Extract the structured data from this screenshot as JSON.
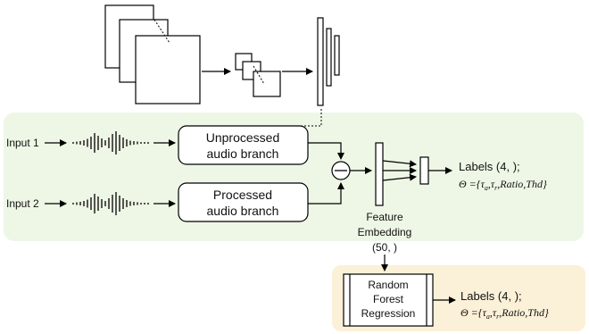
{
  "inputs": {
    "input_1": "Input 1",
    "input_2": "Input 2"
  },
  "branches": {
    "unprocessed": [
      "Unprocessed",
      "audio branch"
    ],
    "processed": [
      "Processed",
      "audio branch"
    ]
  },
  "feature_embedding": {
    "line1": "Feature",
    "line2": "Embedding",
    "shape": "(50, )"
  },
  "labels_top": {
    "text": "Labels (4, );",
    "theta": "Θ ={τ",
    "sub_a": "a",
    "comma_tau": ",τ",
    "sub_r": "r",
    "rest": ",Ratio,Thd}"
  },
  "random_forest": {
    "line1": "Random",
    "line2": "Forest",
    "line3": "Regression"
  },
  "labels_bottom": {
    "text": "Labels (4, );",
    "theta": "Θ ={τ",
    "sub_a": "a",
    "comma_tau": ",τ",
    "sub_r": "r",
    "rest": ",Ratio,Thd}"
  },
  "colors": {
    "green_panel": "#eef7e6",
    "orange_panel": "#fbf0d8"
  },
  "icons": [
    "waveform-icon",
    "subtract-operator-icon",
    "cnn-feature-map-icon",
    "arrow-icon"
  ]
}
